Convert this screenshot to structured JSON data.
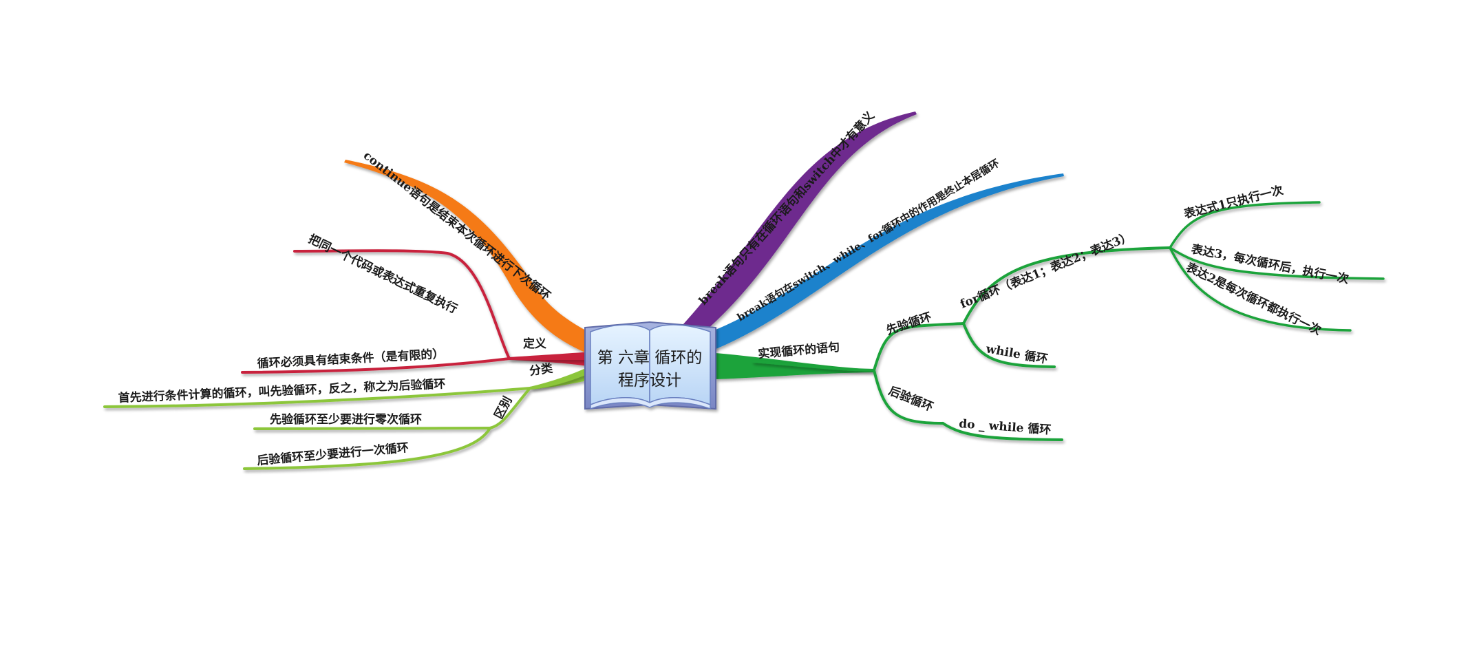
{
  "center": {
    "line1": "第 六章 循环的",
    "line2": "程序设计"
  },
  "colors": {
    "green": "#1aa33a",
    "blue": "#1a82cc",
    "purple": "#6e2a8e",
    "orange": "#f57a12",
    "crimson": "#c8203c",
    "lime": "#8cc63a"
  },
  "branches": {
    "impl": {
      "label": "实现循环的语句",
      "pre": {
        "label": "先验循环",
        "for": {
          "label": "for循环（表达1；表达2；表达3）",
          "children": [
            "表达式1只执行一次",
            "表达3，每次循环后，执行一次",
            "表达2是每次循环都执行一次"
          ]
        },
        "while": "while 循环"
      },
      "post": {
        "label": "后验循环",
        "dowhile": "do _ while 循环"
      }
    },
    "break_a": "break语句只有在循环语句和switch中才有意义",
    "break_b": "break语句在switch、while、for循环中的作用是终止本层循环",
    "continue": "continue语句是结束本次循环进行下次循环",
    "def": {
      "label": "定义",
      "items": [
        "把同一个代码或表达式重复执行",
        "循环必须具有结束条件（是有限的）"
      ]
    },
    "cls": {
      "label": "分类",
      "item": "首先进行条件计算的循环，叫先验循环，反之，称之为后验循环",
      "diff": {
        "label": "区别",
        "items": [
          "先验循环至少要进行零次循环",
          "后验循环至少要进行一次循环"
        ]
      }
    }
  }
}
